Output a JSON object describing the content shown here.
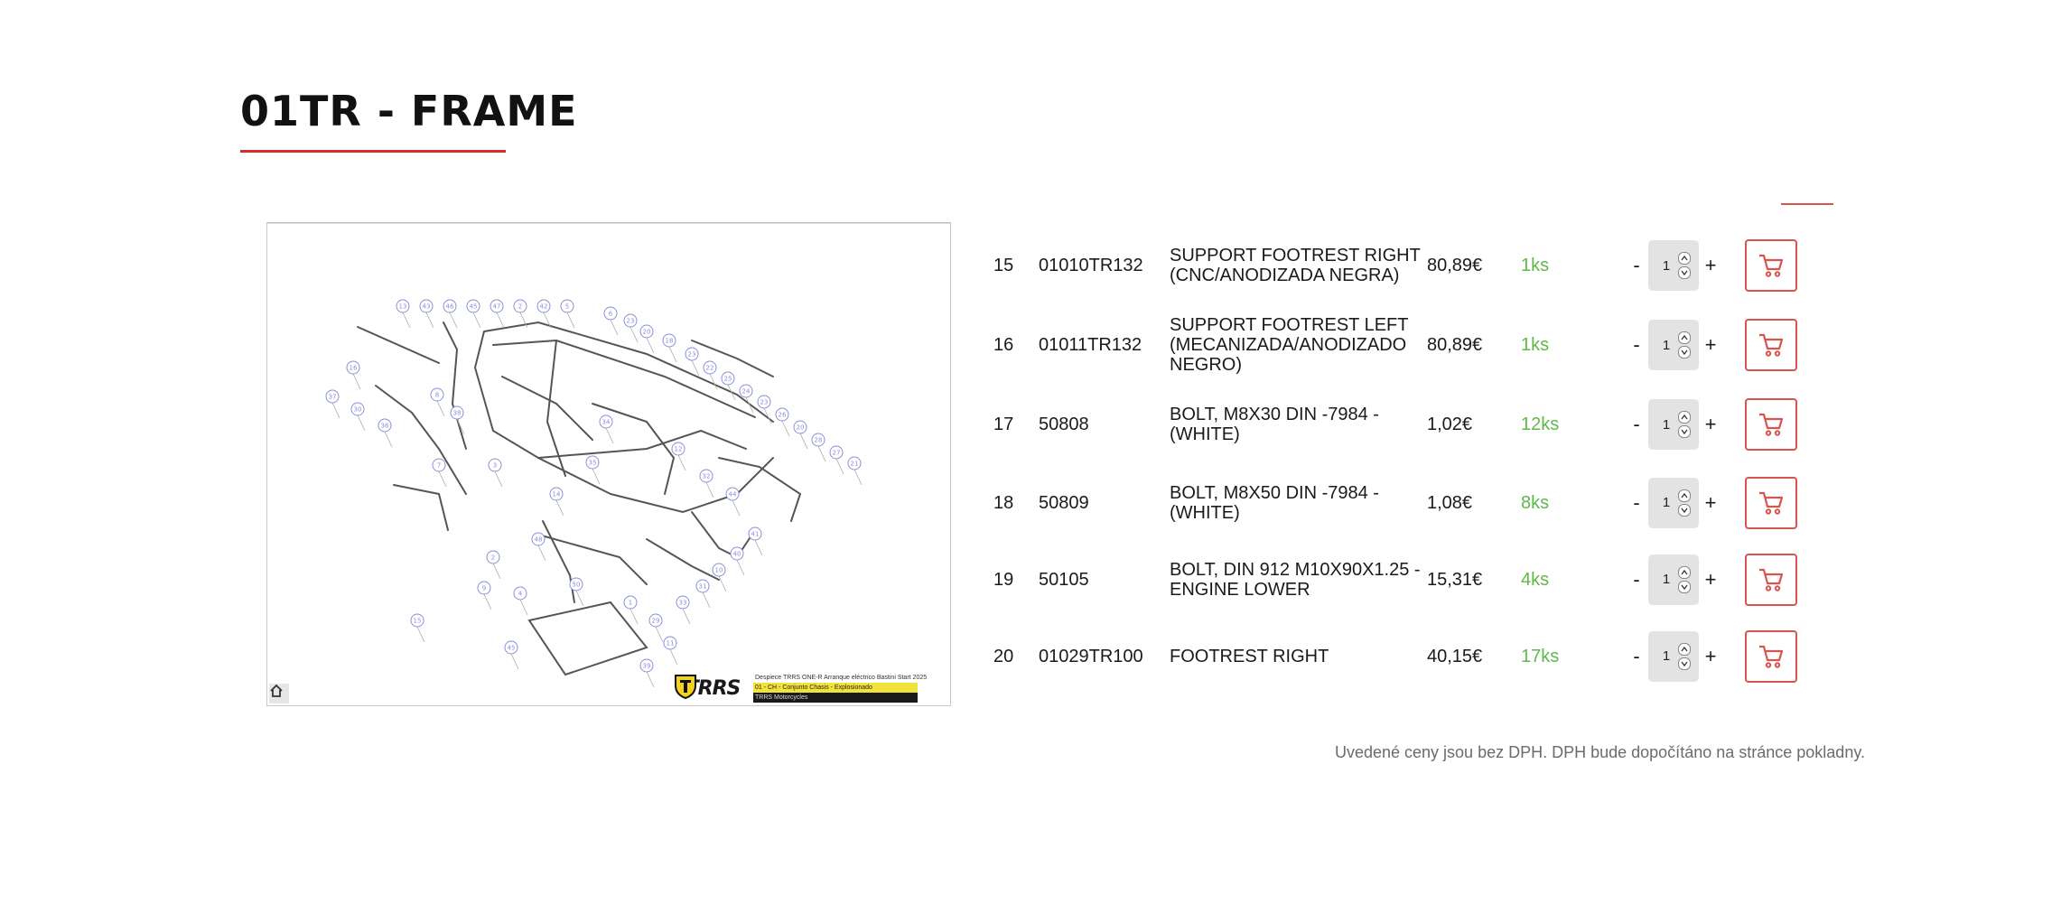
{
  "page": {
    "title": "01TR - FRAME"
  },
  "diagram": {
    "callout_numbers": [
      "13",
      "43",
      "46",
      "45",
      "47",
      "2",
      "42",
      "5",
      "6",
      "23",
      "20",
      "18",
      "23",
      "22",
      "25",
      "24",
      "23",
      "26",
      "20",
      "28",
      "27",
      "21",
      "37",
      "30",
      "36",
      "8",
      "38",
      "3",
      "7",
      "34",
      "35",
      "14",
      "48",
      "2",
      "9",
      "4",
      "50",
      "1",
      "29",
      "33",
      "31",
      "10",
      "40",
      "41",
      "44",
      "32",
      "12",
      "45",
      "39",
      "11",
      "15",
      "16"
    ],
    "brand": {
      "logo": "TRRS",
      "logo_sub": "MOTORCYCLES",
      "info_line1": "Despiece TRRS ONE-R Arranque eléctrico Bastini Start 2025",
      "info_line2": "01 - CH - Conjunto Chasis - Explosionado",
      "info_line3": "TRRS Motorcycles"
    }
  },
  "parts": [
    {
      "num": "15",
      "code": "01010TR132",
      "desc": "SUPPORT FOOTREST RIGHT (CNC/ANODIZADA NEGRA)",
      "price": "80,89€",
      "stock": "1ks",
      "qty": "1"
    },
    {
      "num": "16",
      "code": "01011TR132",
      "desc": "SUPPORT FOOTREST LEFT (MECANIZADA/ANODIZADO NEGRO)",
      "price": "80,89€",
      "stock": "1ks",
      "qty": "1"
    },
    {
      "num": "17",
      "code": "50808",
      "desc": "BOLT, M8X30 DIN -7984 - (WHITE)",
      "price": "1,02€",
      "stock": "12ks",
      "qty": "1"
    },
    {
      "num": "18",
      "code": "50809",
      "desc": "BOLT, M8X50 DIN -7984 - (WHITE)",
      "price": "1,08€",
      "stock": "8ks",
      "qty": "1"
    },
    {
      "num": "19",
      "code": "50105",
      "desc": "BOLT, DIN 912 M10X90X1.25 - ENGINE LOWER",
      "price": "15,31€",
      "stock": "4ks",
      "qty": "1"
    },
    {
      "num": "20",
      "code": "01029TR100",
      "desc": "FOOTREST RIGHT",
      "price": "40,15€",
      "stock": "17ks",
      "qty": "1"
    }
  ],
  "controls": {
    "minus": "-",
    "plus": "+"
  },
  "footnote": "Uvedené ceny jsou bez DPH. DPH bude dopočítáno na stránce pokladny.",
  "colors": {
    "accent": "#d32f2f",
    "stock": "#5fb84a",
    "callout": "#8a8fd6"
  },
  "icons": [
    "home-icon",
    "cart-icon",
    "spin-up-icon",
    "spin-down-icon"
  ]
}
